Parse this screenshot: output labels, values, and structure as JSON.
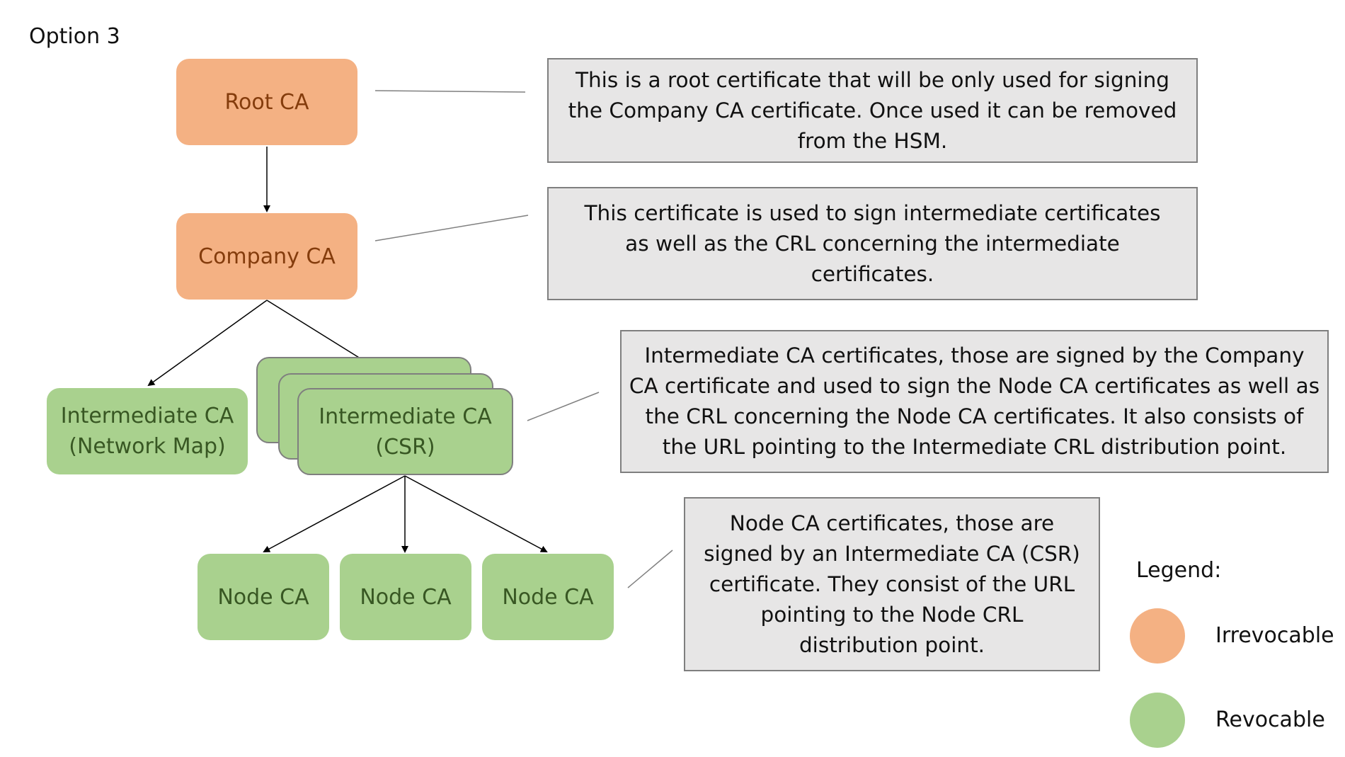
{
  "title": "Option 3",
  "nodes": {
    "root": "Root CA",
    "company": "Company CA",
    "inter_network_line1": "Intermediate CA",
    "inter_network_line2": "(Network Map)",
    "inter_csr_line1": "Intermediate CA",
    "inter_csr_line2": "(CSR)",
    "node1": "Node CA",
    "node2": "Node CA",
    "node3": "Node CA"
  },
  "notes": {
    "root": "This is a root certificate that will be only used for signing the Company CA certificate. Once used it can be removed from the HSM.",
    "company": "This certificate is used to sign intermediate certificates as well as the CRL concerning the intermediate certificates.",
    "intermediate": "Intermediate CA certificates, those are signed by the Company CA certificate and used to sign the Node CA certificates as well as the CRL concerning the Node CA certificates. It also consists of the URL pointing to the Intermediate CRL distribution point.",
    "node": "Node CA certificates, those are signed by an Intermediate CA (CSR) certificate. They consist of the URL pointing to the Node CRL distribution point."
  },
  "legend": {
    "title": "Legend:",
    "irrevocable": "Irrevocable",
    "revocable": "Revocable"
  },
  "colors": {
    "irrevocable": "#f4b183",
    "revocable": "#a9d18e",
    "note_bg": "#e7e6e6"
  }
}
